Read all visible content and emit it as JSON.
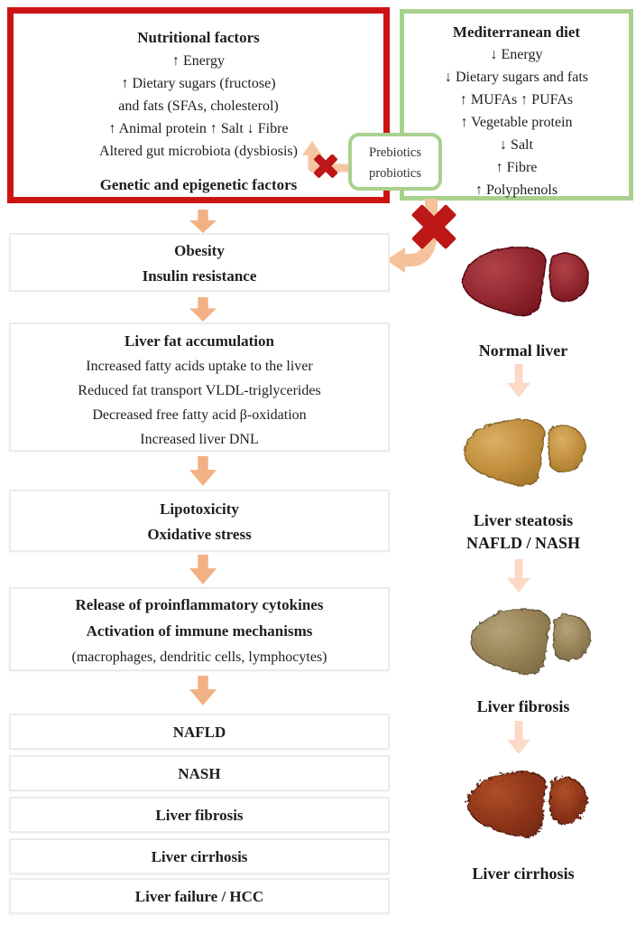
{
  "colors": {
    "red_border": "#cc1414",
    "green_border": "#a9d18e",
    "arrow_peach": "#f2b184",
    "arrow_light_peach": "#fbd9c6",
    "connector_peach": "#f6c29c",
    "cross_red": "#bd1717",
    "normal_liver": "#962831",
    "steatosis_liver": "#c89440",
    "fibrosis_liver": "#a08a5c",
    "cirrhosis_liver": "#98391b"
  },
  "nutritional": {
    "title": "Nutritional factors",
    "lines": [
      "↑ Energy",
      "↑ Dietary sugars (fructose)",
      "and fats (SFAs, cholesterol)",
      "↑ Animal protein  ↑ Salt  ↓ Fibre",
      "Altered gut microbiota (dysbiosis)"
    ],
    "footer": "Genetic and epigenetic factors"
  },
  "mediterranean": {
    "title": "Mediterranean diet",
    "lines": [
      "↓ Energy",
      "↓ Dietary sugars and fats",
      "↑ MUFAs  ↑ PUFAs",
      "↑ Vegetable protein",
      "↓ Salt",
      "↑ Fibre",
      "↑ Polyphenols"
    ]
  },
  "prebiotics": {
    "line1": "Prebiotics",
    "line2": "probiotics"
  },
  "flow": {
    "obesity": {
      "line1": "Obesity",
      "line2": "Insulin resistance"
    },
    "liver_fat": {
      "title": "Liver fat accumulation",
      "details": [
        "Increased fatty acids uptake to the liver",
        "Reduced fat transport VLDL-triglycerides",
        "Decreased free fatty acid β-oxidation",
        "Increased liver DNL"
      ]
    },
    "lipotoxicity": {
      "line1": "Lipotoxicity",
      "line2": "Oxidative stress"
    },
    "cytokines": {
      "line1": "Release of proinflammatory cytokines",
      "line2": "Activation of immune mechanisms",
      "line3": "(macrophages, dendritic cells, lymphocytes)"
    }
  },
  "stages": [
    "NAFLD",
    "NASH",
    "Liver fibrosis",
    "Liver cirrhosis",
    "Liver failure / HCC"
  ],
  "livers": {
    "normal": {
      "label": "Normal liver"
    },
    "steatosis": {
      "label": "Liver steatosis",
      "sublabel": "NAFLD / NASH"
    },
    "fibrosis": {
      "label": "Liver fibrosis"
    },
    "cirrhosis": {
      "label": "Liver cirrhosis"
    }
  }
}
